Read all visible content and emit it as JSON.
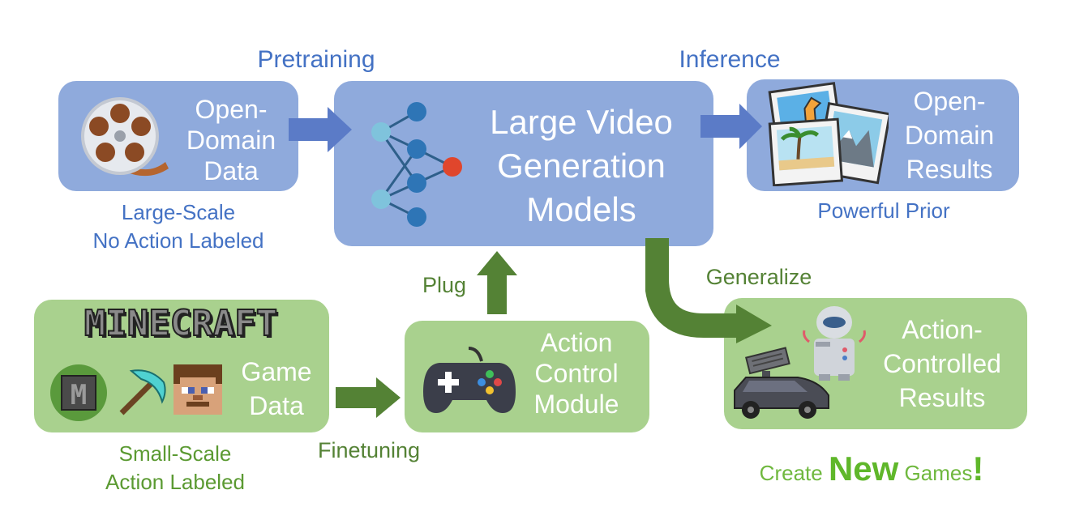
{
  "labels": {
    "pretraining": "Pretraining",
    "inference": "Inference",
    "plug": "Plug",
    "generalize": "Generalize",
    "finetuning": "Finetuning"
  },
  "boxes": {
    "open_domain_data": [
      "Open-",
      "Domain",
      "Data"
    ],
    "large_video_models": [
      "Large Video",
      "Generation",
      "Models"
    ],
    "open_domain_results": [
      "Open-",
      "Domain",
      "Results"
    ],
    "game_data": [
      "Game",
      "Data"
    ],
    "action_control_module": [
      "Action",
      "Control",
      "Module"
    ],
    "action_controlled_results": [
      "Action-",
      "Controlled",
      "Results"
    ]
  },
  "captions": {
    "large_scale": "Large-Scale",
    "no_action": "No Action Labeled",
    "powerful_prior": "Powerful Prior",
    "small_scale": "Small-Scale",
    "action_labeled": "Action Labeled"
  },
  "tagline": {
    "create": "Create ",
    "new": "New",
    "games": " Games",
    "bang": "!"
  },
  "logo_text": "MINECRAFT",
  "logo_badge": "M",
  "colors": {
    "blue_box": "#8faadc",
    "green_box": "#a9d18e",
    "blue_text": "#4472c4",
    "green_text": "#5b9a32",
    "arrow_blue": "#5b7bc7",
    "arrow_green": "#548235"
  }
}
